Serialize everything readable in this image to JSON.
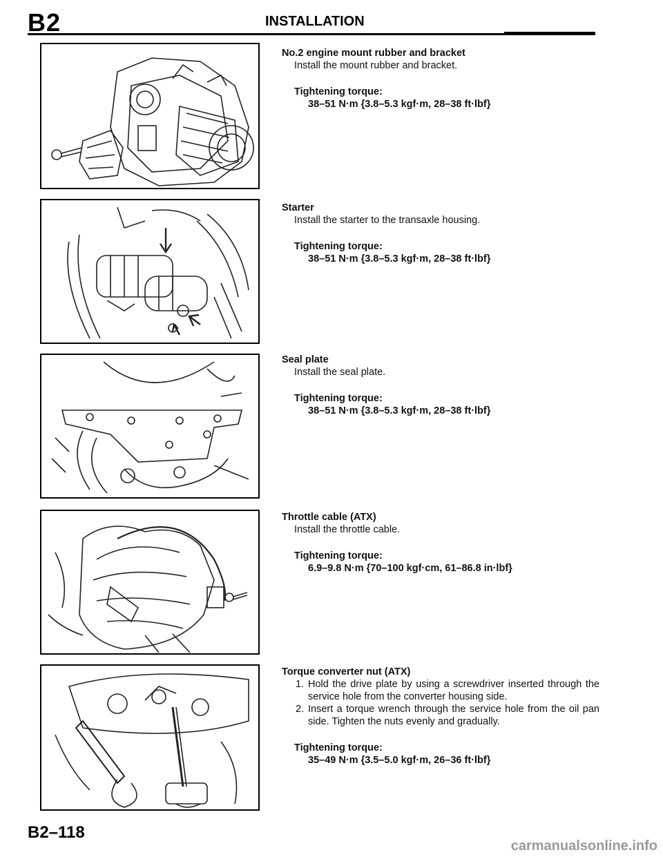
{
  "header": {
    "section": "B2",
    "title": "INSTALLATION"
  },
  "steps": [
    {
      "title": "No.2 engine mount rubber and bracket",
      "description": "Install the mount rubber and bracket.",
      "torque_label": "Tightening torque:",
      "torque_value": "38–51 N·m {3.8–5.3 kgf·m, 28–38 ft·lbf}"
    },
    {
      "title": "Starter",
      "description": "Install the starter to the transaxle housing.",
      "torque_label": "Tightening torque:",
      "torque_value": "38–51 N·m {3.8–5.3 kgf·m, 28–38 ft·lbf}"
    },
    {
      "title": "Seal plate",
      "description": "Install the seal plate.",
      "torque_label": "Tightening torque:",
      "torque_value": "38–51 N·m {3.8–5.3 kgf·m, 28–38 ft·lbf}"
    },
    {
      "title": "Throttle cable (ATX)",
      "description": "Install the throttle cable.",
      "torque_label": "Tightening torque:",
      "torque_value": "6.9–9.8 N·m {70–100 kgf·cm, 61–86.8 in·lbf}"
    },
    {
      "title": "Torque converter nut (ATX)",
      "items": [
        {
          "num": "1.",
          "text": "Hold the drive plate by using a screwdriver inserted through the service hole from the converter housing side."
        },
        {
          "num": "2.",
          "text": "Insert a torque wrench through the service hole from the oil pan side. Tighten the nuts evenly and gradually."
        }
      ],
      "torque_label": "Tightening torque:",
      "torque_value": "35–49 N·m {3.5–5.0 kgf·m, 26–36 ft·lbf}"
    }
  ],
  "page_number": "B2–118",
  "watermark": "carmanualsonline.info"
}
